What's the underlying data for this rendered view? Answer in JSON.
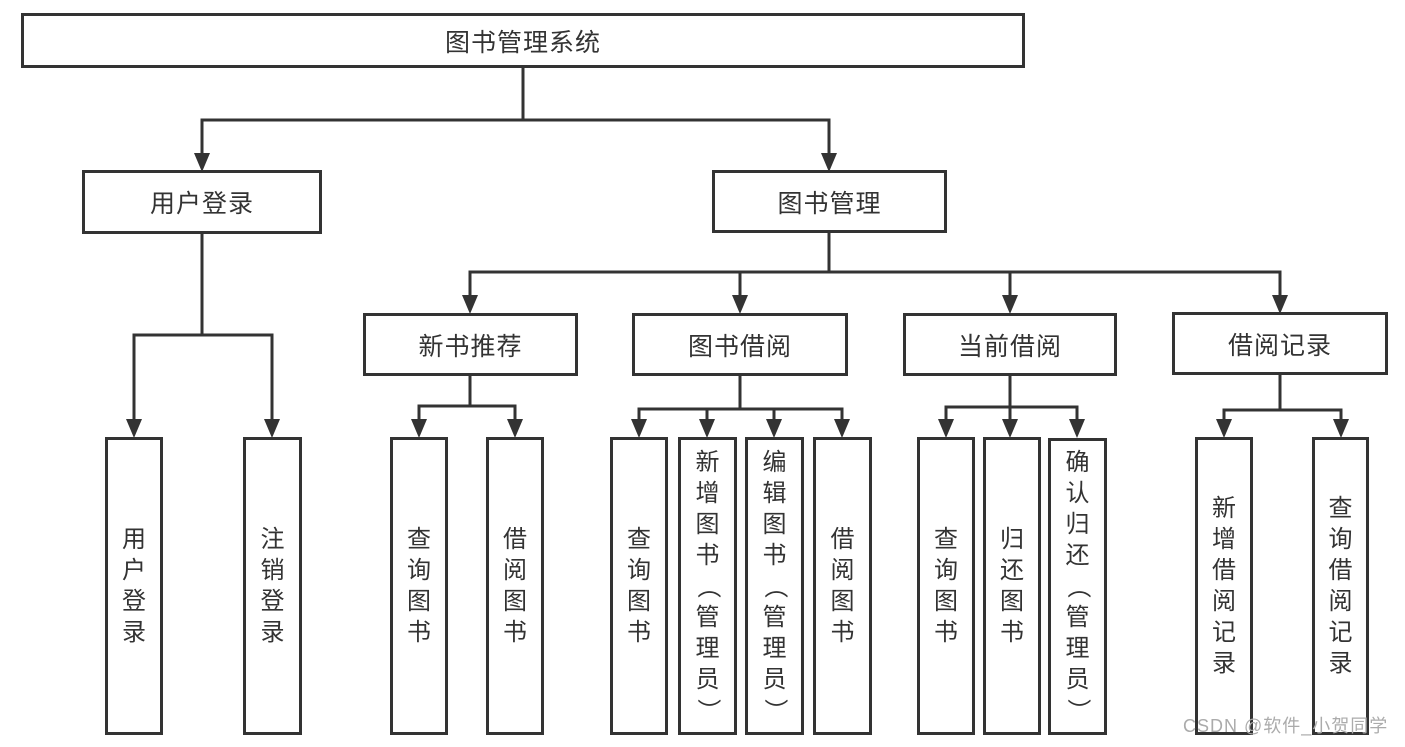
{
  "tree": {
    "root": {
      "label": "图书管理系统"
    },
    "branches": [
      {
        "label": "用户登录",
        "children": [
          {
            "label": "用户登录"
          },
          {
            "label": "注销登录"
          }
        ]
      },
      {
        "label": "图书管理",
        "children": [
          {
            "label": "新书推荐",
            "children": [
              {
                "label": "查询图书"
              },
              {
                "label": "借阅图书"
              }
            ]
          },
          {
            "label": "图书借阅",
            "children": [
              {
                "label": "查询图书"
              },
              {
                "label": "新增图书（管理员）"
              },
              {
                "label": "编辑图书（管理员）"
              },
              {
                "label": "借阅图书"
              }
            ]
          },
          {
            "label": "当前借阅",
            "children": [
              {
                "label": "查询图书"
              },
              {
                "label": "归还图书"
              },
              {
                "label": "确认归还（管理员）"
              }
            ]
          },
          {
            "label": "借阅记录",
            "children": [
              {
                "label": "新增借阅记录"
              },
              {
                "label": "查询借阅记录"
              }
            ]
          }
        ]
      }
    ]
  },
  "watermark": {
    "text": "CSDN @软件_小贺同学"
  },
  "colors": {
    "line": "#333333",
    "text": "#333333",
    "box_background": "#ffffff",
    "watermark": "#ababab"
  }
}
